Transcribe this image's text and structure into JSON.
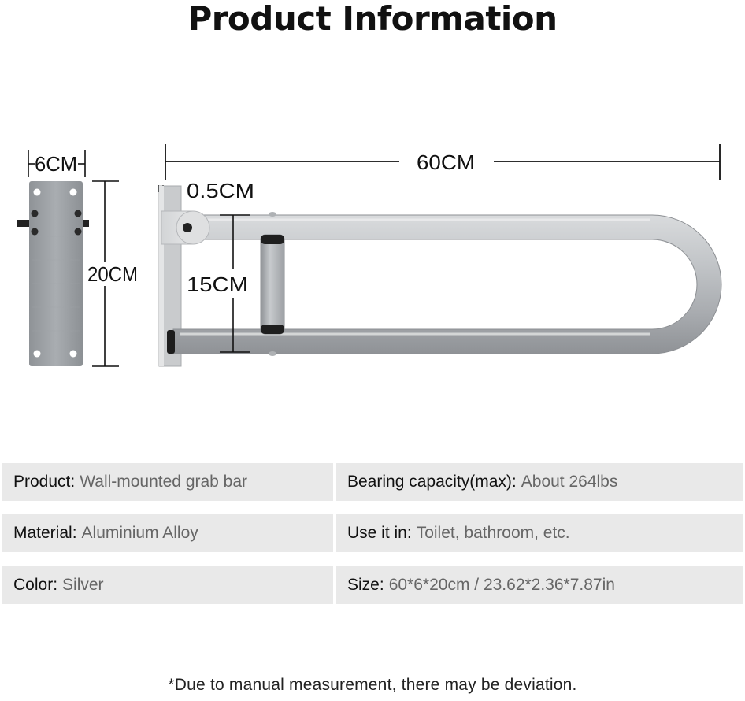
{
  "title": "Product Information",
  "dimensions": {
    "plate_width": "6CM",
    "plate_height": "20CM",
    "length": "60CM",
    "thickness": "0.5CM",
    "bar_gap": "15CM"
  },
  "specs": [
    {
      "left": {
        "label": "Product",
        "value": "Wall-mounted grab bar"
      },
      "right": {
        "label": "Bearing capacity(max)",
        "value": "About 264lbs"
      }
    },
    {
      "left": {
        "label": "Material",
        "value": "Aluminium Alloy"
      },
      "right": {
        "label": "Use it in",
        "value": "Toilet, bathroom, etc."
      }
    },
    {
      "left": {
        "label": "Color",
        "value": "Silver"
      },
      "right": {
        "label": "Size",
        "value": "60*6*20cm / 23.62*2.36*7.87in"
      }
    }
  ],
  "footnote": "*Due to manual measurement, there may be deviation.",
  "colors": {
    "row_background": "#e9e9e9",
    "label_text": "#111111",
    "value_text": "#666666",
    "bar_metal": "#b9bcbf",
    "plate_metal": "#9a9ea2"
  }
}
